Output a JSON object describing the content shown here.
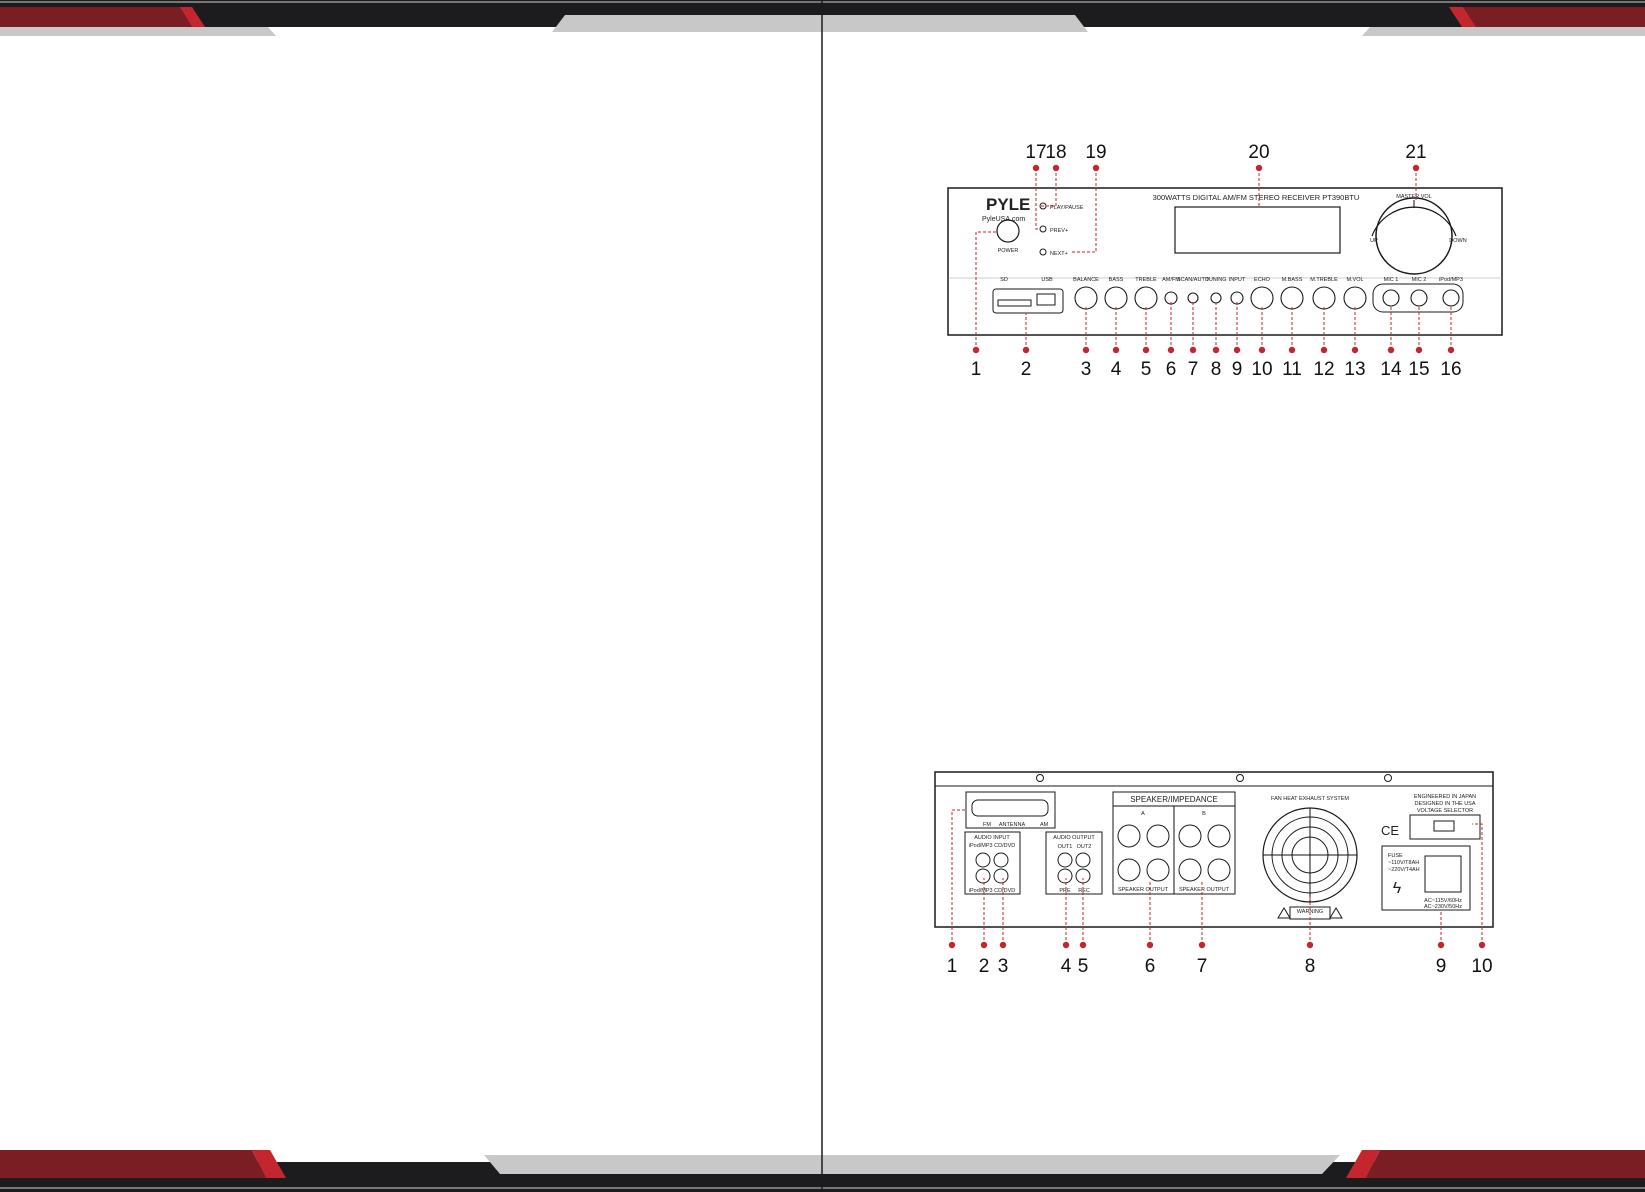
{
  "colors": {
    "band_red": "#7a1e24",
    "accent_red": "#c4262e",
    "band_dark": "#1c1c1e",
    "tab_gray": "#c8c8c8",
    "callout_red": "#c4262e"
  },
  "front_panel": {
    "brand": "PYLE",
    "brand_url": "PyleUSA.com",
    "model_title": "300WATTS DIGITAL AM/FM STEREO RECEIVER PT390BTU",
    "power_label": "POWER",
    "buttons": {
      "play": "PLAY/PAUSE",
      "prev": "PREV+",
      "next": "NEXT+"
    },
    "volume": {
      "label": "MASTER VOL",
      "up": "UP",
      "down": "DOWN"
    },
    "control_labels": [
      "SD",
      "USB",
      "BALANCE",
      "BASS",
      "TREBLE",
      "AM/FM",
      "SCAN/AUTO",
      "TUNING",
      "INPUT",
      "ECHO",
      "M.BASS",
      "M.TREBLE",
      "M.VOL",
      "MIC 1",
      "MIC 2",
      "iPod/MP3"
    ],
    "callouts_bottom": [
      "1",
      "2",
      "3",
      "4",
      "5",
      "6",
      "7",
      "8",
      "9",
      "10",
      "11",
      "12",
      "13",
      "14",
      "15",
      "16"
    ],
    "callouts_top": [
      "17",
      "18",
      "19",
      "20",
      "21"
    ]
  },
  "rear_panel": {
    "antenna": {
      "fm": "FM",
      "label": "ANTENNA",
      "am": "AM"
    },
    "audio_input": {
      "title": "AUDIO INPUT",
      "top": "iPod/MP3  CD/DVD",
      "bottom": "iPod/MP3  CD/DVD"
    },
    "audio_output": {
      "title": "AUDIO OUTPUT",
      "top1": "OUT1",
      "top2": "OUT2",
      "bot1": "PRE",
      "bot2": "REC"
    },
    "speaker": {
      "title": "SPEAKER/IMPEDANCE",
      "a": "A",
      "b": "B",
      "out_a": "SPEAKER OUTPUT",
      "out_b": "SPEAKER OUTPUT"
    },
    "fan": {
      "title": "FAN HEAT EXHAUST SYSTEM",
      "warning": "WARNING"
    },
    "engineered": {
      "line1": "ENGINEERED IN JAPAN",
      "line2": "DESIGNED IN THE USA",
      "line3": "VOLTAGE SELECTOR"
    },
    "ce": "CE",
    "fuse": {
      "title": "FUSE",
      "line1": "~110V/T8AH",
      "line2": "~220V/T4AH"
    },
    "ac": {
      "line1": "AC~115V/60Hz",
      "line2": "AC~230V/50Hz"
    },
    "callouts": [
      "1",
      "2",
      "3",
      "4",
      "5",
      "6",
      "7",
      "8",
      "9",
      "10"
    ]
  }
}
